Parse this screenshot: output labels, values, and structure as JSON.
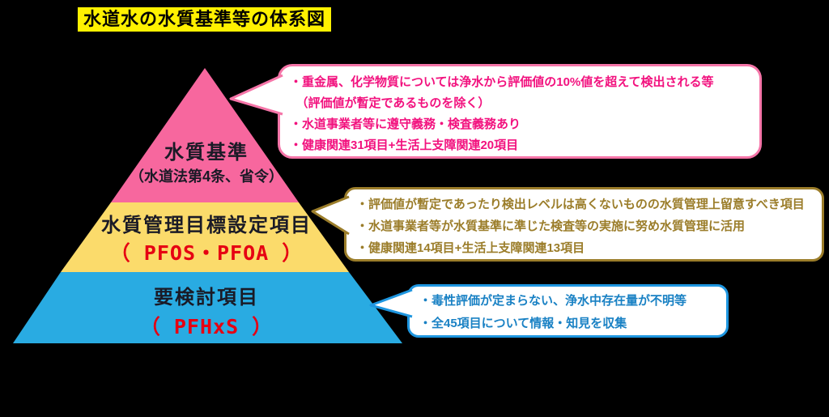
{
  "title": "水道水の水質基準等の体系図",
  "colors": {
    "background": "#000000",
    "title_bg": "#FFF100",
    "title_text": "#000000",
    "pyramid_label": "#1A1A26",
    "pyramid_code_red": "#E60012"
  },
  "pyramid": {
    "levels": [
      {
        "id": "suishitsu-kijun",
        "label": "水質基準",
        "sublabel": "（水道法第4条、省令）",
        "color": "#F7679E"
      },
      {
        "id": "kanri-mokuhyo",
        "label": "水質管理目標設定項目",
        "sublabel": "（ PFOS・PFOA ）",
        "color": "#FBDB6B"
      },
      {
        "id": "yokento-komoku",
        "label": "要検討項目",
        "sublabel": "（ PFHxS ）",
        "color": "#29ABE2"
      }
    ]
  },
  "callouts": [
    {
      "id": "callout-suishitsu-kijun",
      "border_color": "#F575A8",
      "text_color": "#F2117E",
      "lines": [
        "・重金属、化学物質については浄水から評価値の10%値を超えて検出される等",
        "　（評価値が暫定であるものを除く）",
        "・水道事業者等に遵守義務・検査義務あり",
        "・健康関連31項目+生活上支障関連20項目"
      ]
    },
    {
      "id": "callout-kanri-mokuhyo",
      "border_color": "#9B7D2A",
      "text_color": "#9B7D2A",
      "lines": [
        "・評価値が暫定であったり検出レベルは高くないものの水質管理上留意すべき項目",
        "・水道事業者等が水質基準に準じた検査等の実施に努め水質管理に活用",
        "・健康関連14項目+生活上支障関連13項目"
      ]
    },
    {
      "id": "callout-yokento",
      "border_color": "#1E96E0",
      "text_color": "#1981C4",
      "lines": [
        "・毒性評価が定まらない、浄水中存在量が不明等",
        "・全45項目について情報・知見を収集"
      ]
    }
  ]
}
